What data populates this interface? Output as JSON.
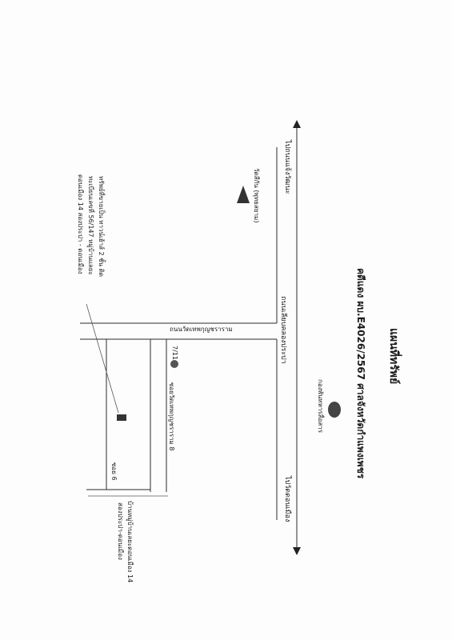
{
  "title": "แผนที่ทรัพย์",
  "case_line": "คดีแดง ผบ.E4026/2567 ศาลจังหวัดกำแพงเพชร",
  "roads": {
    "main_road": "ถนนเลียบคลองประปา",
    "cross_road": "ถนนวัดเทพกุญชราราม",
    "soi_main": "ซอยวัดเทพกุญชราราม 8",
    "soi_small": "ซอย 6"
  },
  "directions": {
    "to_bang_khen": "ไปถนนแจ้งวัฒนะ",
    "to_don_mueang": "ไปวัดดอนเมือง"
  },
  "landmarks": {
    "temple": "วัดสีกัน (พุทธสยาม)",
    "seven_eleven": "7/11",
    "army": "กองพันทหารสื่อสาร",
    "village": "บ้านหมู่บ้านเลยะดอนเมือง 14",
    "village_sub": "สองประปา-ดอนเมือง"
  },
  "property_note": {
    "line1": "ทรัพย์ที่ขายเป็น ทาวน์เฮ้าส์ 2 ชั้น ติด",
    "line2": "ทะเบียนเลขที่ 56/147 หมู่บ้านแลยะ",
    "line3": "ดอนเมือง 14 สองประปา - ดอนเมือง"
  }
}
